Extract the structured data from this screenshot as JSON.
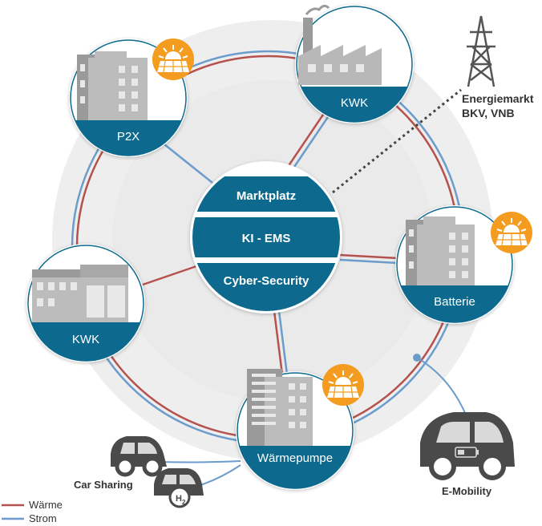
{
  "nodes": {
    "kwk_top": "KWK",
    "p2x": "P2X",
    "batterie": "Batterie",
    "kwk_left": "KWK",
    "waermepumpe": "Wärmepumpe"
  },
  "hub": {
    "marktplatz": "Marktplatz",
    "ki_ems": "KI - EMS",
    "cyber": "Cyber-Security"
  },
  "energiemarkt": {
    "line1": "Energiemarkt",
    "line2": "BKV, VNB"
  },
  "labels": {
    "car_sharing": "Car Sharing",
    "e_mobility": "E-Mobility",
    "h2": "H",
    "h2_sub": "2"
  },
  "legend": [
    {
      "label": "Wärme",
      "color": "#b5524e"
    },
    {
      "label": "Strom",
      "color": "#6b9ccc"
    }
  ],
  "colors": {
    "teal": "#0d6a8e",
    "heat": "#b5524e",
    "power": "#6b9ccc",
    "sun": "#f39c1f",
    "building": "#b8b8b8",
    "ring": "#ececec"
  }
}
